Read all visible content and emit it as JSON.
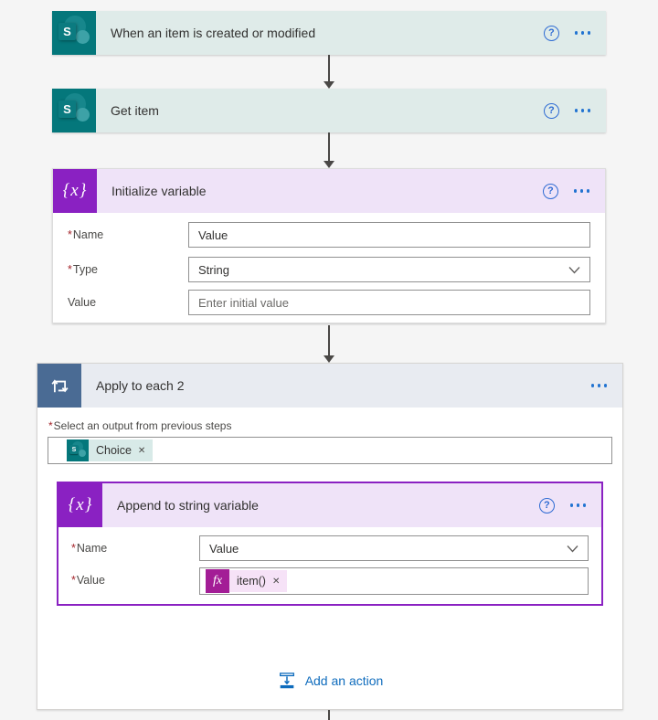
{
  "icons": {
    "help": "?",
    "dismiss": "✕",
    "variable_glyph": "{x}",
    "fx_glyph": "fx",
    "required_marker": "*",
    "sharepoint_initial": "S"
  },
  "colors": {
    "sharepoint_teal": "#04777b",
    "variable_purple": "#8a21c2",
    "apply_to_each_slate": "#4a6b94",
    "fx_magenta": "#a31d96",
    "accent_blue": "#0f6cbd",
    "selected_border": "#8a21c2"
  },
  "cards": {
    "trigger": {
      "title": "When an item is created or modified"
    },
    "get_item": {
      "title": "Get item"
    },
    "initialize_variable": {
      "title": "Initialize variable",
      "name_label": "Name",
      "name_value": "Value",
      "type_label": "Type",
      "type_value": "String",
      "value_label": "Value",
      "value_placeholder": "Enter initial value"
    },
    "apply_to_each": {
      "title": "Apply to each 2",
      "output_label": "Select an output from previous steps",
      "output_token": "Choice",
      "add_action_label": "Add an action"
    },
    "append_to_string": {
      "title": "Append to string variable",
      "name_label": "Name",
      "name_value": "Value",
      "value_label": "Value",
      "value_token": "item()"
    }
  }
}
